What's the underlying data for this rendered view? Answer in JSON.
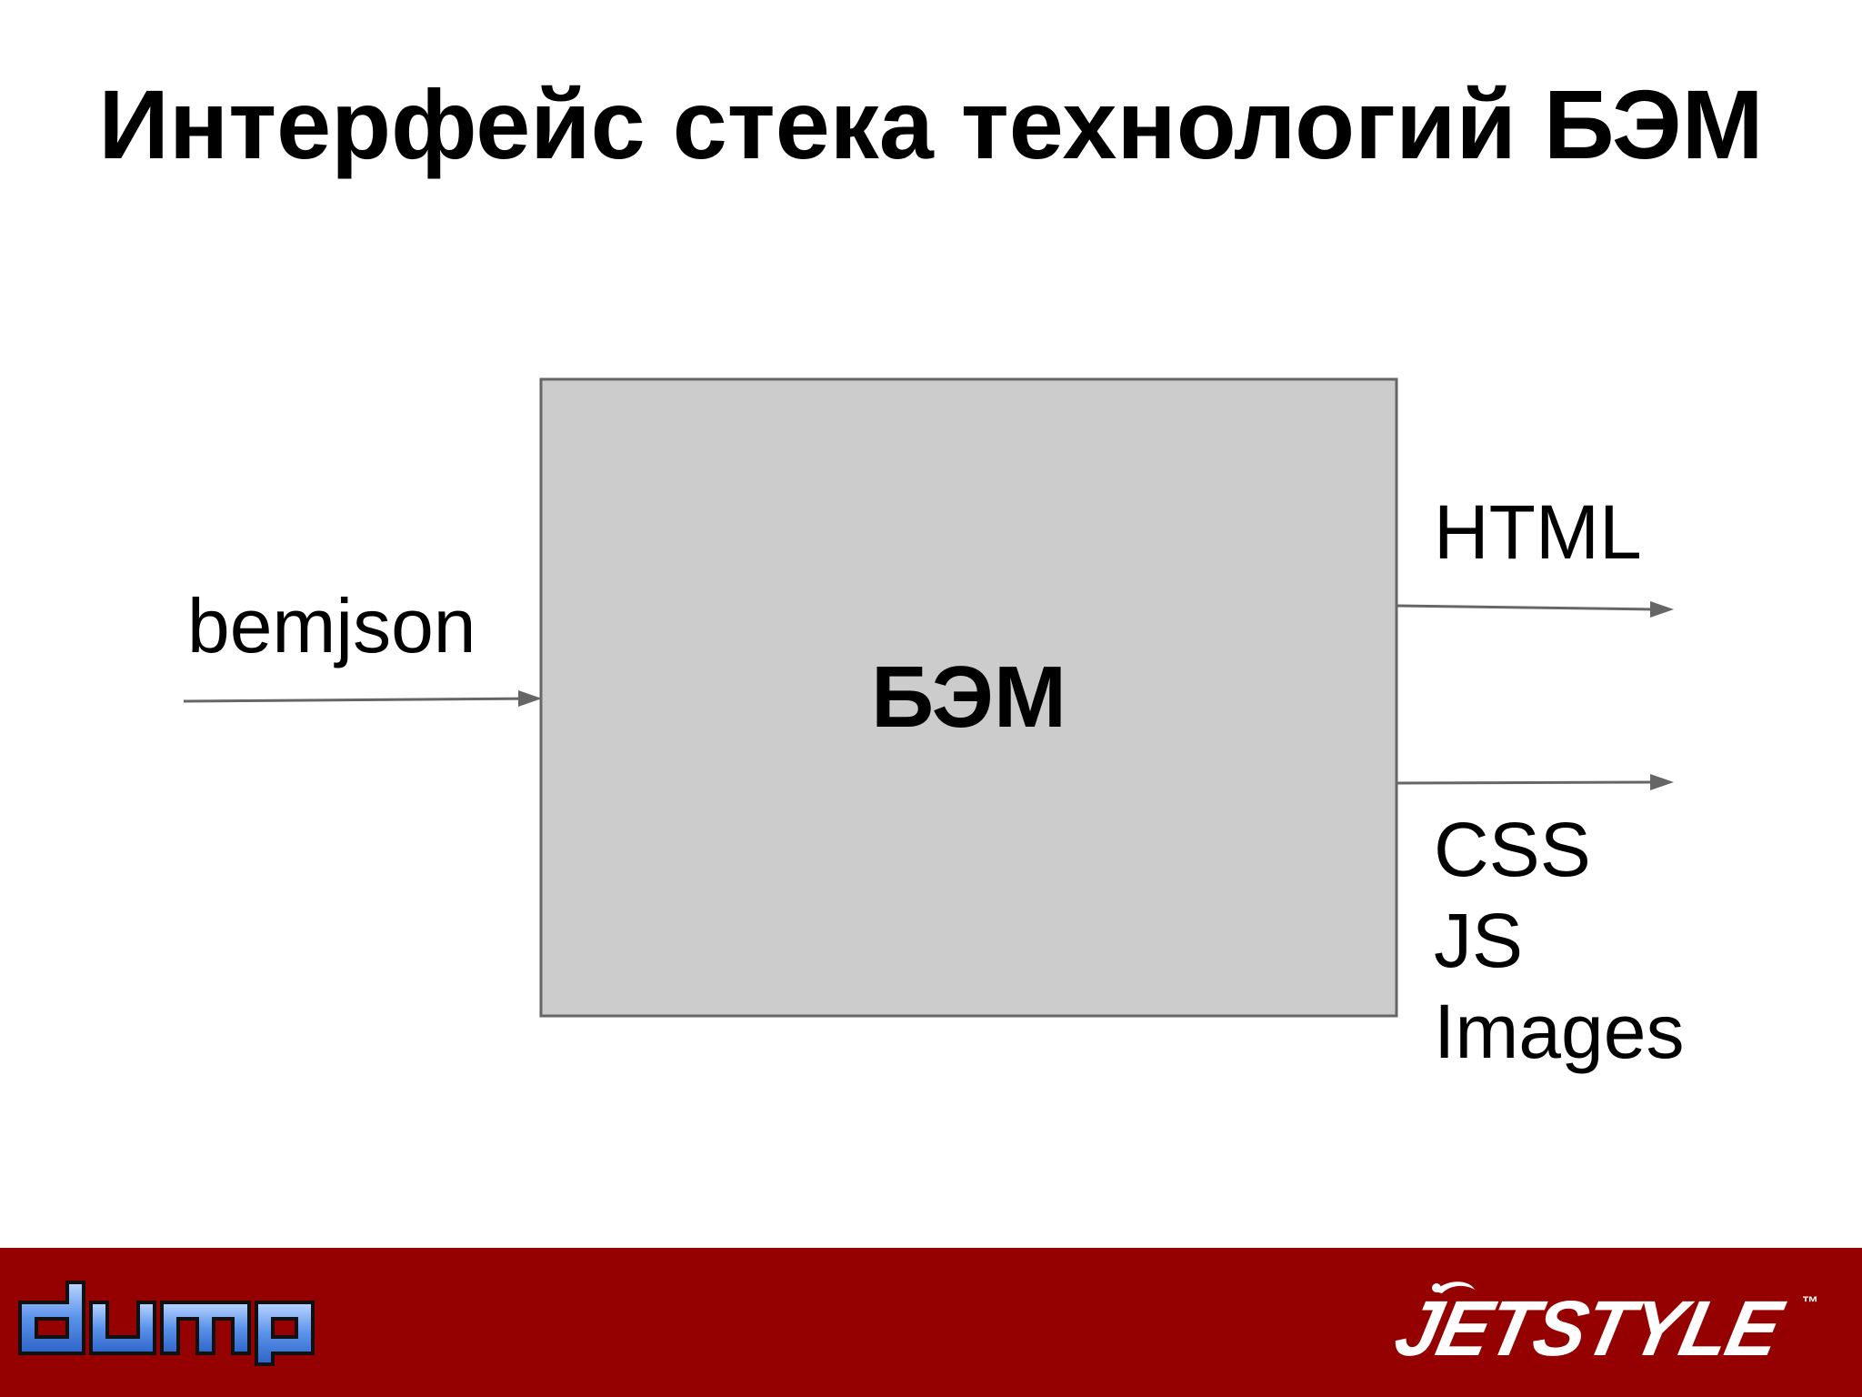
{
  "slide": {
    "title": "Интерфейс стека технологий БЭМ"
  },
  "diagram": {
    "center_box": {
      "label": "БЭМ",
      "fill": "#cccccc",
      "stroke": "#666666"
    },
    "input": {
      "label": "bemjson"
    },
    "outputs": [
      {
        "items": [
          "HTML"
        ]
      },
      {
        "items": [
          "CSS",
          "JS",
          "Images"
        ]
      }
    ],
    "arrow_color": "#666666"
  },
  "footer": {
    "background": "#950000",
    "left_logo": {
      "text": "dump",
      "icon": "dump-logo"
    },
    "right_logo": {
      "text": "JETSTYLE",
      "mark": "™",
      "icon": "jetstyle-logo"
    }
  }
}
